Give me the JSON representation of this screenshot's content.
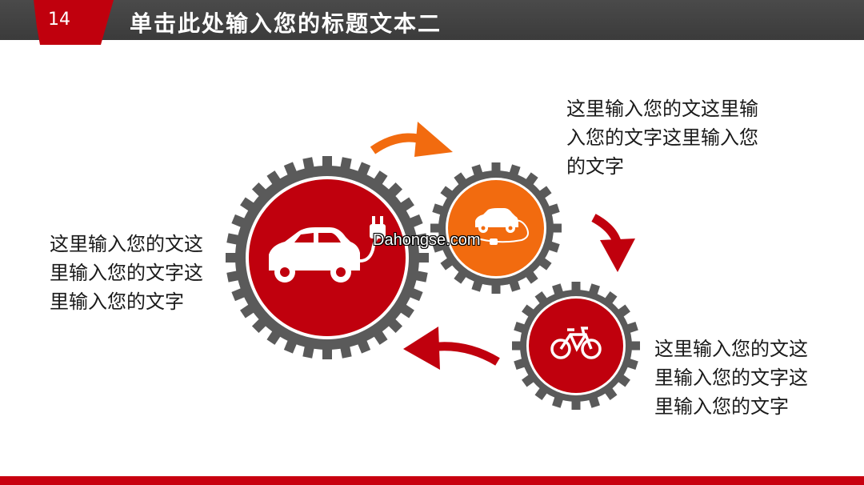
{
  "header": {
    "page_number": "14",
    "title": "单击此处输入您的标题文本二"
  },
  "texts": {
    "left": "这里输入您的文这里输入您的文字这里输入您的文字",
    "top_right": "这里输入您的文这里输入您的文字这里输入您的文字",
    "bottom_right": "这里输入您的文这里输入您的文字这里输入您的文字"
  },
  "watermark": "Dahongse.com",
  "gears": [
    {
      "name": "electric-car-gear",
      "icon": "electric-car-icon",
      "fill": "#c0000d"
    },
    {
      "name": "car-gear",
      "icon": "car-plug-icon",
      "fill": "#f26b0f"
    },
    {
      "name": "bicycle-gear",
      "icon": "bicycle-icon",
      "fill": "#c0000d"
    }
  ],
  "colors": {
    "header": "#3b3b3b",
    "accent_red": "#c0000d",
    "accent_orange": "#f26b0f",
    "gear_gray": "#5a5a5a"
  }
}
